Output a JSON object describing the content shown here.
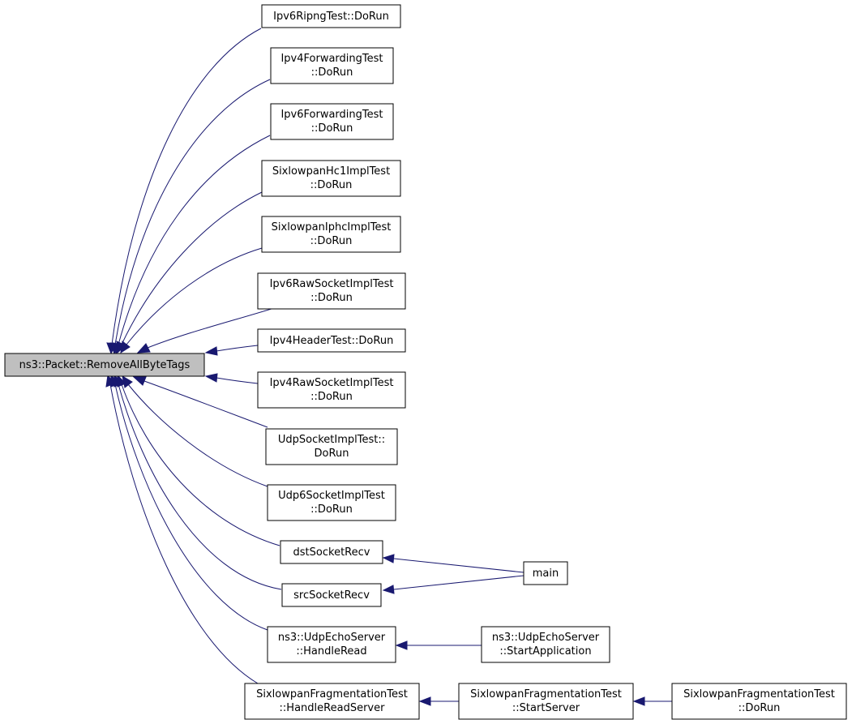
{
  "colors": {
    "edge": "#191970",
    "root_fill": "#bfbfbf",
    "node_fill": "#ffffff",
    "node_border": "#000000"
  },
  "nodes": {
    "root": {
      "lines": [
        "ns3::Packet::RemoveAllByteTags"
      ]
    },
    "ipv6ripng": {
      "lines": [
        "Ipv6RipngTest::DoRun"
      ]
    },
    "ipv4fwd": {
      "lines": [
        "Ipv4ForwardingTest",
        "::DoRun"
      ]
    },
    "ipv6fwd": {
      "lines": [
        "Ipv6ForwardingTest",
        "::DoRun"
      ]
    },
    "sixhc1": {
      "lines": [
        "SixlowpanHc1ImplTest",
        "::DoRun"
      ]
    },
    "sixiphc": {
      "lines": [
        "SixlowpanIphcImplTest",
        "::DoRun"
      ]
    },
    "ipv6raw": {
      "lines": [
        "Ipv6RawSocketImplTest",
        "::DoRun"
      ]
    },
    "ipv4hdr": {
      "lines": [
        "Ipv4HeaderTest::DoRun"
      ]
    },
    "ipv4raw": {
      "lines": [
        "Ipv4RawSocketImplTest",
        "::DoRun"
      ]
    },
    "udpsock": {
      "lines": [
        "UdpSocketImplTest::",
        "DoRun"
      ]
    },
    "udp6sock": {
      "lines": [
        "Udp6SocketImplTest",
        "::DoRun"
      ]
    },
    "dstrecv": {
      "lines": [
        "dstSocketRecv"
      ]
    },
    "srcrecv": {
      "lines": [
        "srcSocketRecv"
      ]
    },
    "main": {
      "lines": [
        "main"
      ]
    },
    "echoread": {
      "lines": [
        "ns3::UdpEchoServer",
        "::HandleRead"
      ]
    },
    "echostart": {
      "lines": [
        "ns3::UdpEchoServer",
        "::StartApplication"
      ]
    },
    "fraghandle": {
      "lines": [
        "SixlowpanFragmentationTest",
        "::HandleReadServer"
      ]
    },
    "fragstart": {
      "lines": [
        "SixlowpanFragmentationTest",
        "::StartServer"
      ]
    },
    "fragrun": {
      "lines": [
        "SixlowpanFragmentationTest",
        "::DoRun"
      ]
    }
  }
}
